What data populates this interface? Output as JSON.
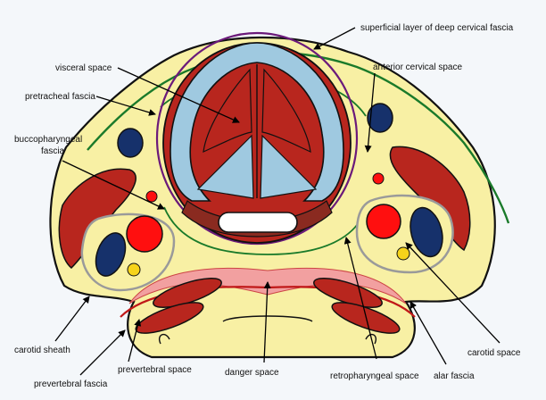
{
  "labels": {
    "superficial_layer": "superficial layer of deep cervical fascia",
    "visceral_space": "visceral space",
    "anterior_cervical_space": "anterior cervical space",
    "pretracheal_fascia": "pretracheal fascia",
    "buccopharyngeal_fascia_line1": "buccopharyngeal",
    "buccopharyngeal_fascia_line2": "fascia",
    "carotid_sheath": "carotid sheath",
    "carotid_space": "carotid space",
    "prevertebral_space": "prevertebral space",
    "prevertebral_fascia": "prevertebral fascia",
    "danger_space": "danger space",
    "retropharyngeal_space": "retropharyngeal space",
    "alar_fascia": "alar fascia"
  },
  "colors": {
    "background": "#f4f7fa",
    "neck_fill": "#f8f0a4",
    "muscle": "#b8261e",
    "cartilage": "#9fc9e0",
    "vein": "#16316b",
    "artery": "#ff0f0f",
    "nerve": "#f6d31a",
    "fascia_green": "#1a7a2a",
    "fascia_purple": "#6b1a7a",
    "danger_space_pink": "#f2a0a0",
    "sheath_gray": "#9a9a9a"
  }
}
